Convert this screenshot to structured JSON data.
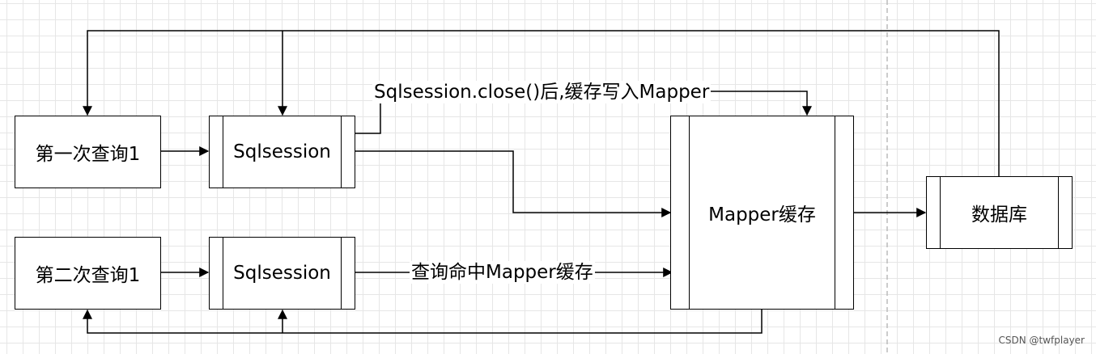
{
  "nodes": {
    "query1": "第一次查询1",
    "query2": "第二次查询1",
    "session1": "Sqlsession",
    "session2": "Sqlsession",
    "mapper_cache": "Mapper缓存",
    "database": "数据库"
  },
  "edge_labels": {
    "close_write": "Sqlsession.close()后,缓存写入Mapper",
    "hit_cache": "查询命中Mapper缓存"
  },
  "watermark": "CSDN @twfplayer"
}
